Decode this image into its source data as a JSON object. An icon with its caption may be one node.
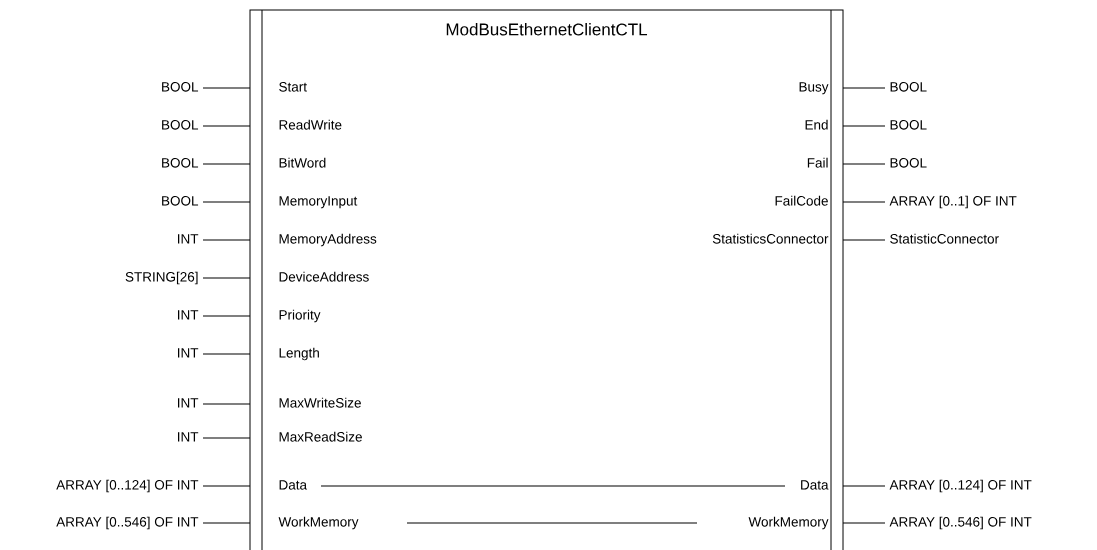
{
  "diagram": {
    "nodes": [
      {
        "text": [
          "ModBusEthernetClientCTL"
        ]
      },
      {
        "text": [
          "Start"
        ],
        "in": 0
      },
      {
        "text": [
          "ReadWrite"
        ],
        "in": 0
      },
      {
        "text": [
          "BitWord"
        ],
        "in": 0
      },
      {
        "text": [
          "MemoryInput"
        ],
        "in": 0
      },
      {
        "text": [
          "MemoryAddress"
        ],
        "in": 0
      },
      {
        "text": [
          "DeviceAddress"
        ],
        "in": 0
      },
      {
        "text": [
          "Priority"
        ],
        "in": 0
      },
      {
        "text": [
          "Length"
        ],
        "in": 0
      },
      {
        "text": [
          "MaxWriteSize"
        ],
        "in": 0
      },
      {
        "text": [
          "MaxReadSize"
        ],
        "in": 0
      },
      {
        "text": [
          "Data"
        ],
        "in": 0
      },
      {
        "text": [
          "WorkMemory"
        ],
        "in": 0
      },
      {
        "text": [
          "Busy"
        ],
        "in": 0
      },
      {
        "text": [
          "End"
        ],
        "in": 0
      },
      {
        "text": [
          "Fail"
        ],
        "in": 0
      },
      {
        "text": [
          "FailCode"
        ],
        "in": 0
      },
      {
        "text": [
          "StatisticsConnector"
        ],
        "in": 0
      },
      {
        "text": [
          "Data"
        ],
        "in": 0
      },
      {
        "text": [
          "WorkMemory"
        ],
        "in": 0
      },
      {
        "text": [
          "BOOL"
        ]
      },
      {
        "text": [
          "BOOL"
        ]
      },
      {
        "text": [
          "BOOL"
        ]
      },
      {
        "text": [
          "BOOL"
        ]
      },
      {
        "text": [
          "INT"
        ]
      },
      {
        "text": [
          "STRING[26]"
        ]
      },
      {
        "text": [
          "INT"
        ]
      },
      {
        "text": [
          "INT"
        ]
      },
      {
        "text": [
          "INT"
        ]
      },
      {
        "text": [
          "INT"
        ]
      },
      {
        "text": [
          "ARRAY [0..124] OF INT"
        ]
      },
      {
        "text": [
          "ARRAY [0..546] OF INT"
        ]
      },
      {
        "text": [
          "BOOL"
        ]
      },
      {
        "text": [
          "BOOL"
        ]
      },
      {
        "text": [
          "BOOL"
        ]
      },
      {
        "text": [
          "ARRAY [0..1] OF INT"
        ]
      },
      {
        "text": [
          "StatisticConnector"
        ]
      },
      {
        "text": [
          "ARRAY [0..124] OF INT"
        ]
      },
      {
        "text": [
          "ARRAY [0..546] OF INT"
        ]
      }
    ],
    "edges": [
      {
        "from": 20,
        "to": 1,
        "arrow": "none"
      },
      {
        "from": 21,
        "to": 2,
        "arrow": "none"
      },
      {
        "from": 22,
        "to": 3,
        "arrow": "none"
      },
      {
        "from": 23,
        "to": 4,
        "arrow": "none"
      },
      {
        "from": 24,
        "to": 5,
        "arrow": "none"
      },
      {
        "from": 25,
        "to": 6,
        "arrow": "none"
      },
      {
        "from": 26,
        "to": 7,
        "arrow": "none"
      },
      {
        "from": 27,
        "to": 8,
        "arrow": "none"
      },
      {
        "from": 28,
        "to": 9,
        "arrow": "none"
      },
      {
        "from": 29,
        "to": 10,
        "arrow": "none"
      },
      {
        "from": 30,
        "to": 11,
        "arrow": "none"
      },
      {
        "from": 31,
        "to": 12,
        "arrow": "none"
      },
      {
        "from": 13,
        "to": 32,
        "arrow": "none"
      },
      {
        "from": 14,
        "to": 33,
        "arrow": "none"
      },
      {
        "from": 15,
        "to": 34,
        "arrow": "none"
      },
      {
        "from": 16,
        "to": 35,
        "arrow": "none"
      },
      {
        "from": 17,
        "to": 36,
        "arrow": "none"
      },
      {
        "from": 18,
        "to": 37,
        "arrow": "none"
      },
      {
        "from": 19,
        "to": 38,
        "arrow": "none"
      },
      {
        "from": 11,
        "to": 18,
        "arrow": "none"
      },
      {
        "from": 12,
        "to": 19,
        "arrow": "none"
      }
    ]
  }
}
